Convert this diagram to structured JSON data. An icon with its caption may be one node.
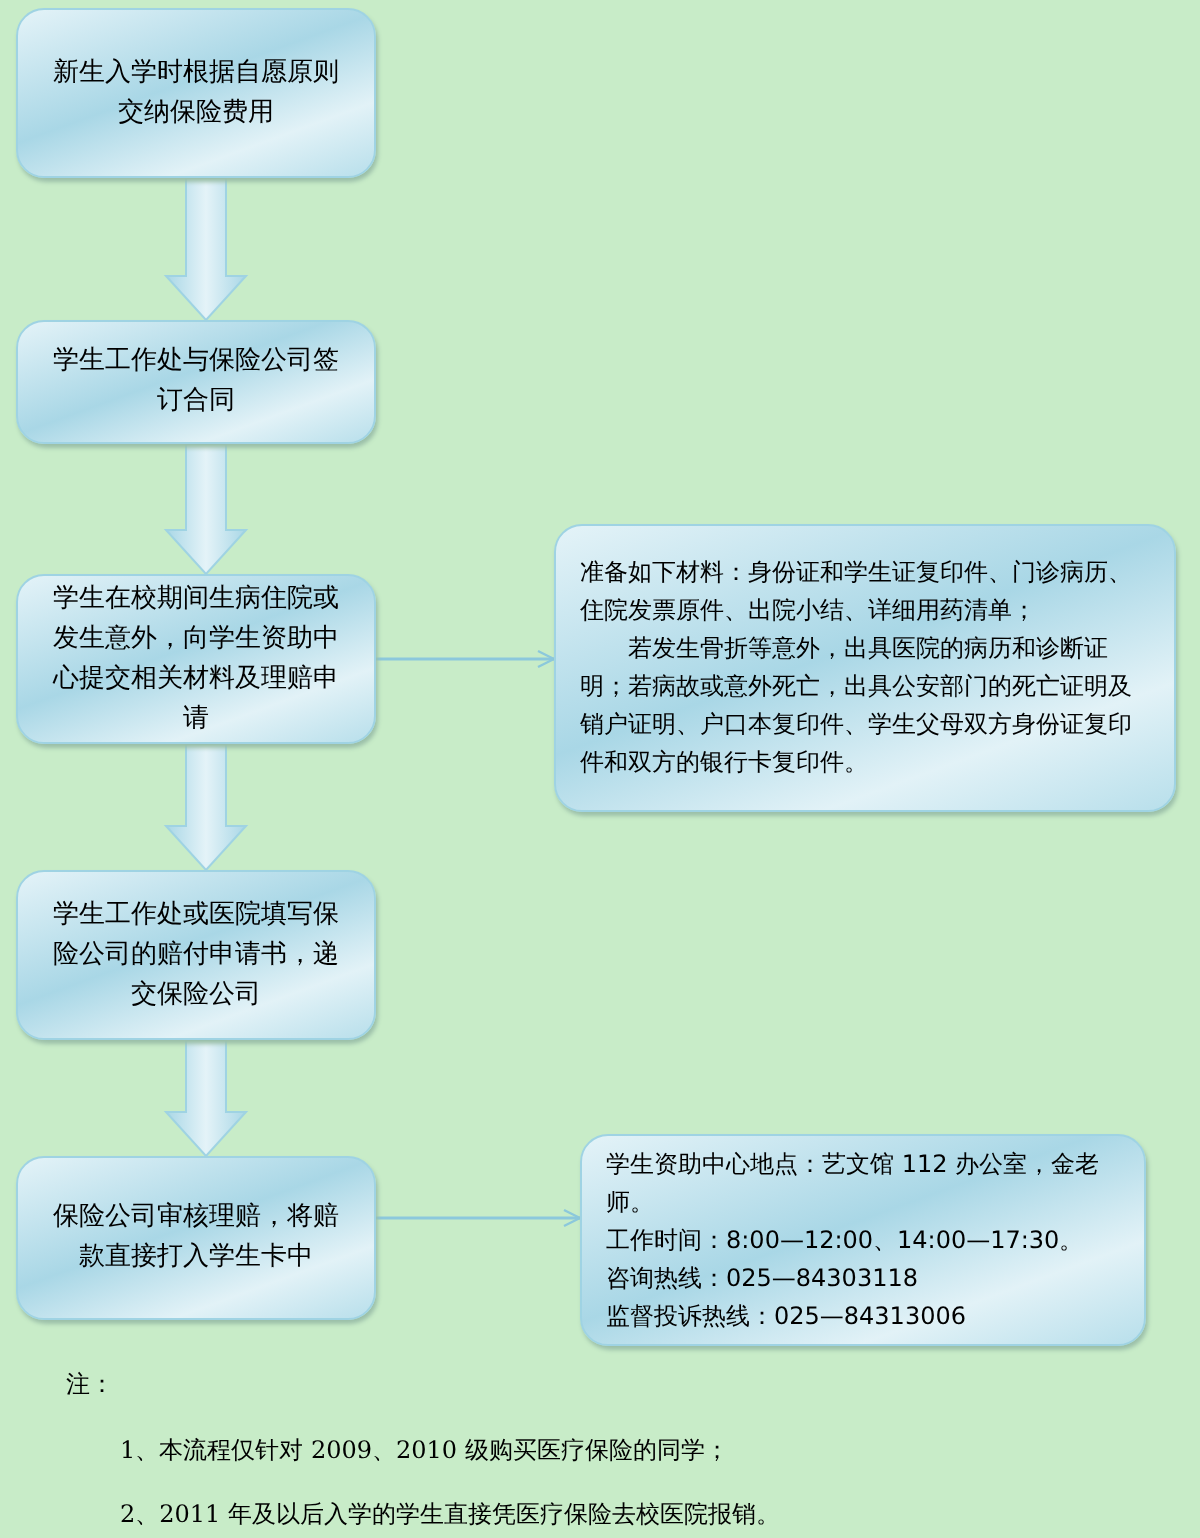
{
  "diagram": {
    "nodes": [
      {
        "text": [
          "新生入学时根据自愿原则交纳保险费用"
        ]
      },
      {
        "text": [
          "学生工作处与保险公司签订合同"
        ]
      },
      {
        "text": [
          "学生在校期间生病住院或发生意外，向学生资助中心提交相关材料及理赔申请"
        ]
      },
      {
        "text": [
          "学生工作处或医院填写保险公司的赔付申请书，递交保险公司"
        ]
      },
      {
        "text": [
          "保险公司审核理赔，将赔款直接打入学生卡中"
        ]
      },
      {
        "text": [
          "准备如下材料：身份证和学生证复印件、门诊病历、住院发票原件、出院小结、详细用药清单；",
          "若发生骨折等意外，出具医院的病历和诊断证明；若病故或意外死亡，出具公安部门的死亡证明及销户证明、户口本复印件、学生父母双方身份证复印件和双方的银行卡复印件。"
        ]
      },
      {
        "text": [
          "学生资助中心地点：艺文馆 112 办公室，金老师。",
          "工作时间：8:00—12:00、14:00—17:30。",
          "咨询热线：025—84303118",
          "监督投诉热线：025—84313006"
        ]
      }
    ],
    "edges": [
      {
        "from": 0,
        "to": 1,
        "arrow": "to",
        "style": "thick"
      },
      {
        "from": 1,
        "to": 2,
        "arrow": "to",
        "style": "thick"
      },
      {
        "from": 2,
        "to": 3,
        "arrow": "to",
        "style": "thick"
      },
      {
        "from": 3,
        "to": 4,
        "arrow": "to",
        "style": "thick"
      },
      {
        "from": 2,
        "to": 5,
        "arrow": "to"
      },
      {
        "from": 4,
        "to": 6,
        "arrow": "to"
      }
    ],
    "labels": [
      "注：",
      "1、本流程仅针对 2009、2010 级购买医疗保险的同学；",
      "2、2011 年及以后入学的学生直接凭医疗保险去校医院报销。"
    ]
  }
}
